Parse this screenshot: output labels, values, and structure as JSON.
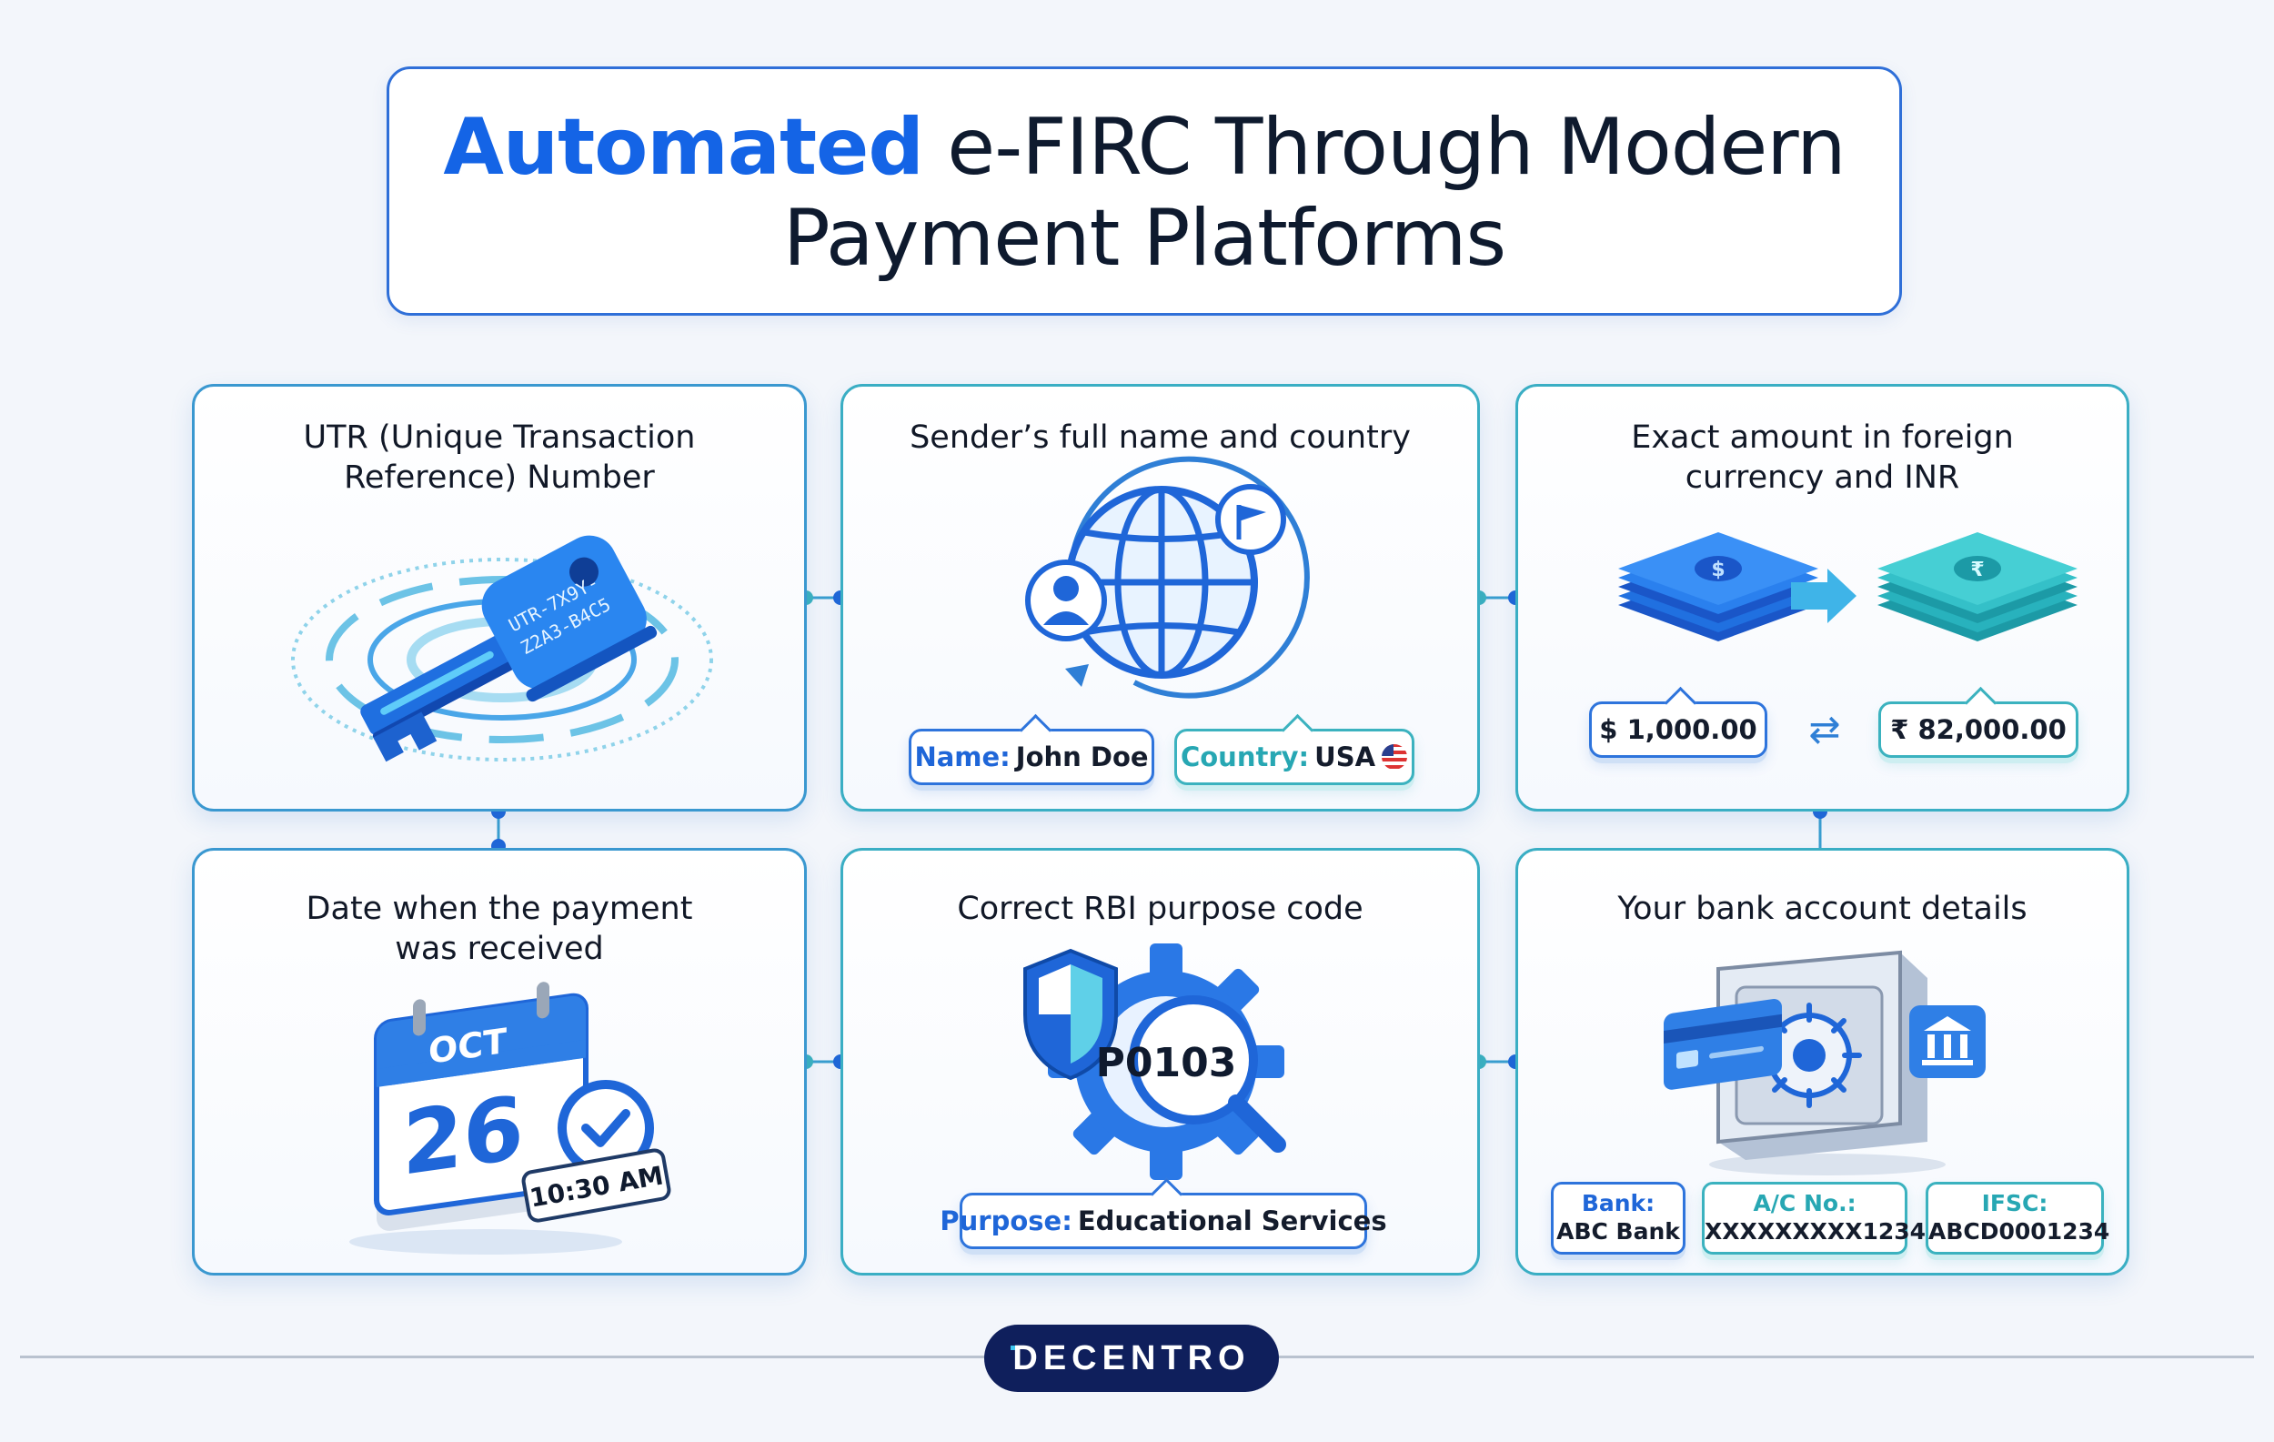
{
  "title": {
    "highlight": "Automated",
    "line1_rest": " e-FIRC Through Modern",
    "line2": "Payment Platforms"
  },
  "cards": {
    "utr": {
      "title_line1": "UTR (Unique Transaction",
      "title_line2": "Reference) Number",
      "key_text_line1": "UTR-7X9Y-",
      "key_text_line2": "Z2A3-B4C5"
    },
    "sender": {
      "title": "Sender’s full name and country",
      "name_label": "Name:",
      "name_value": "John Doe",
      "country_label": "Country:",
      "country_value": "USA"
    },
    "amount": {
      "title_line1": "Exact amount in foreign",
      "title_line2": "currency and INR",
      "foreign_amount": "$ 1,000.00",
      "inr_amount": "₹ 82,000.00",
      "exchange_symbol": "⇄"
    },
    "date": {
      "title_line1": "Date when the payment",
      "title_line2": "was received",
      "month": "OCT",
      "day": "26",
      "time": "10:30 AM"
    },
    "purpose": {
      "title": "Correct RBI purpose code",
      "code": "P0103",
      "purpose_label": "Purpose:",
      "purpose_value": "Educational Services"
    },
    "bank": {
      "title": "Your bank account details",
      "bank_label": "Bank:",
      "bank_value": "ABC Bank",
      "account_label": "A/C No.:",
      "account_value": "XXXXXXXXX1234",
      "ifsc_label": "IFSC:",
      "ifsc_value": "ABCD0001234"
    }
  },
  "logo": {
    "text": "DECENTRO"
  },
  "colors": {
    "accent_blue": "#1464e6",
    "teal": "#3bb2bf",
    "logo_bg": "#0f1f5c"
  }
}
